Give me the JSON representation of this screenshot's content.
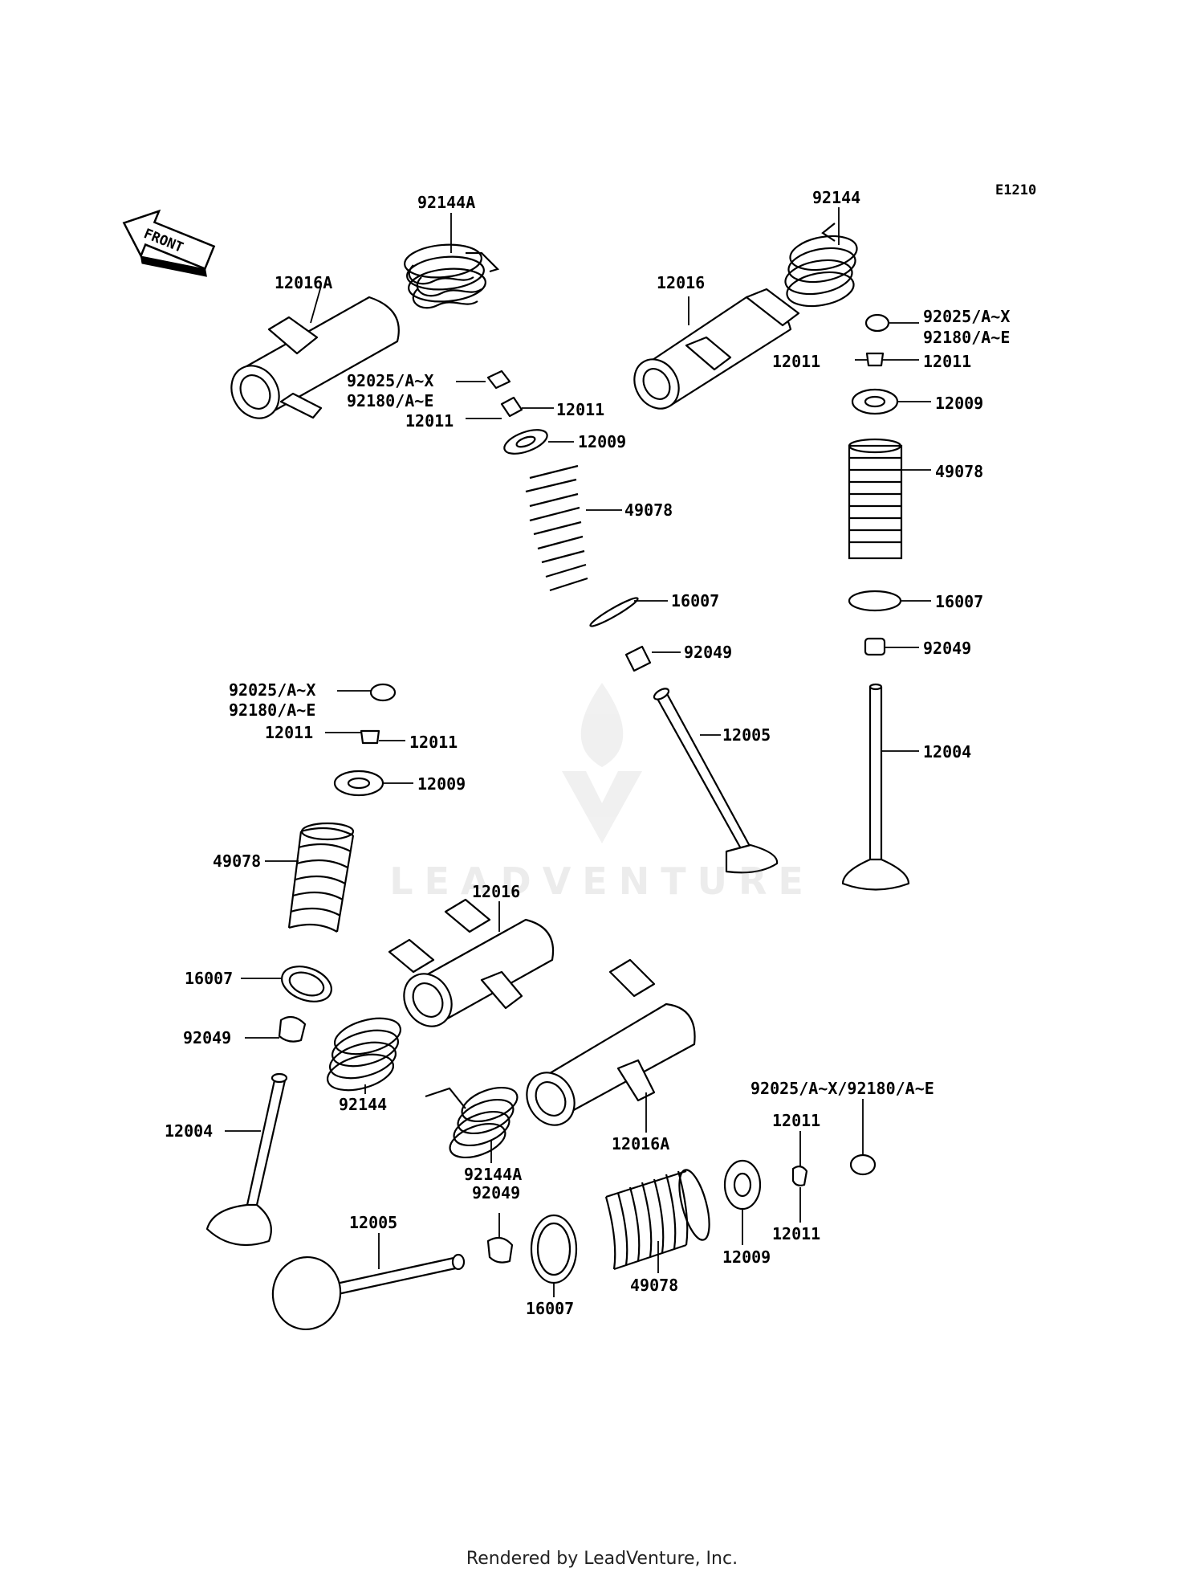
{
  "diagram": {
    "sheet_code": "E1210",
    "front_label": "FRONT",
    "watermark": "LEADVENTURE",
    "footer": "Rendered by LeadVenture, Inc."
  },
  "labels": {
    "l_92144A_top": "92144A",
    "l_12016A_top": "12016A",
    "l_92025_tl": "92025/A~X",
    "l_92180_tl": "92180/A~E",
    "l_12011_tl_a": "12011",
    "l_12011_tl_b": "12011",
    "l_12009_tl": "12009",
    "l_49078_tl": "49078",
    "l_16007_tl": "16007",
    "l_92049_tl": "92049",
    "l_92144_tr": "92144",
    "l_12016_tr": "12016",
    "l_92025_tr": "92025/A~X",
    "l_92180_tr": "92180/A~E",
    "l_12011_tr_a": "12011",
    "l_12011_tr_b": "12011",
    "l_12009_tr": "12009",
    "l_49078_tr": "49078",
    "l_16007_tr": "16007",
    "l_92049_tr": "92049",
    "l_12004_tr": "12004",
    "l_12005_c": "12005",
    "l_92025_ml": "92025/A~X",
    "l_92180_ml": "92180/A~E",
    "l_12011_ml_a": "12011",
    "l_12011_ml_b": "12011",
    "l_12009_ml": "12009",
    "l_49078_ml": "49078",
    "l_16007_ml": "16007",
    "l_92049_ml": "92049",
    "l_12016_mid": "12016",
    "l_92144_mid": "92144",
    "l_12004_bl": "12004",
    "l_92144A_b": "92144A",
    "l_92049_b": "92049",
    "l_12016A_b": "12016A",
    "l_12005_b": "12005",
    "l_16007_b": "16007",
    "l_49078_b": "49078",
    "l_12009_b": "12009",
    "l_92025_92180_b": "92025/A~X/92180/A~E",
    "l_12011_b_a": "12011",
    "l_12011_b_b": "12011"
  }
}
